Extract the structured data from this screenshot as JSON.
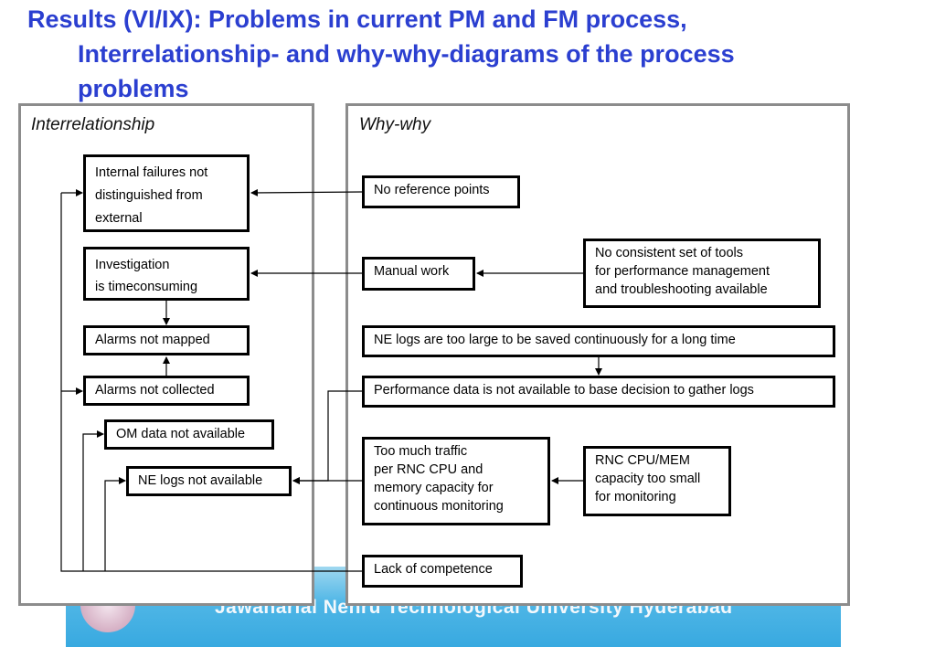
{
  "title": {
    "line1": "Results (VI/IX): Problems in current PM and FM process,",
    "line2": "Interrelationship- and why-why-diagrams of the process",
    "line3": "problems"
  },
  "footer": {
    "university": "Jawaharlal Nehru Technological University Hyderabad"
  },
  "left_panel": {
    "label": "Interrelationship",
    "boxes": {
      "internal": [
        "Internal failures not",
        "distinguished from",
        "external"
      ],
      "investigation": [
        "Investigation",
        "is timeconsuming"
      ],
      "mapped": "Alarms not mapped",
      "collected": "Alarms not collected",
      "om": "OM data not available",
      "nelogs": "NE logs not available"
    }
  },
  "right_panel": {
    "label": "Why-why",
    "boxes": {
      "reference": "No reference points",
      "manual": "Manual work",
      "tools": [
        "No consistent set of tools",
        "for performance management",
        "and troubleshooting available"
      ],
      "large": "NE logs are too large to be saved continuously for a long time",
      "perf": "Performance data is not available to base decision to gather logs",
      "traffic": [
        "Too much traffic",
        "per RNC CPU and",
        "memory capacity for",
        "continuous monitoring"
      ],
      "rnc": [
        "RNC CPU/MEM",
        "capacity too small",
        "for monitoring"
      ],
      "competence": "Lack of competence"
    }
  }
}
